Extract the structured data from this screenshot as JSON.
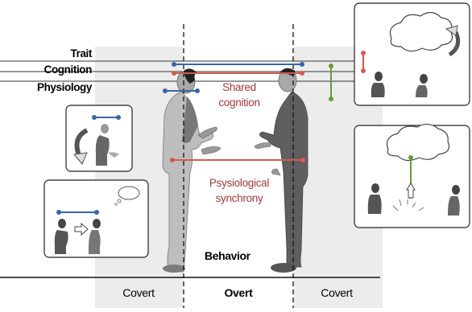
{
  "rows": {
    "trait": "Trait",
    "cognition": "Cognition",
    "physiology": "Physiology"
  },
  "center": {
    "shared_cognition": [
      "Shared",
      "cognition"
    ],
    "psychological_synchrony": [
      "Psysiological",
      "synchrony"
    ],
    "behavior": "Behavior"
  },
  "regions": {
    "left": "Covert",
    "middle": "Overt",
    "right": "Covert"
  },
  "colors": {
    "cognition_line": "#d45a50",
    "trait_line": "#3a64a8",
    "physiology_line": "#6a9a3a",
    "covert_shade": "#ececec",
    "label_red": "#a03a3a"
  }
}
